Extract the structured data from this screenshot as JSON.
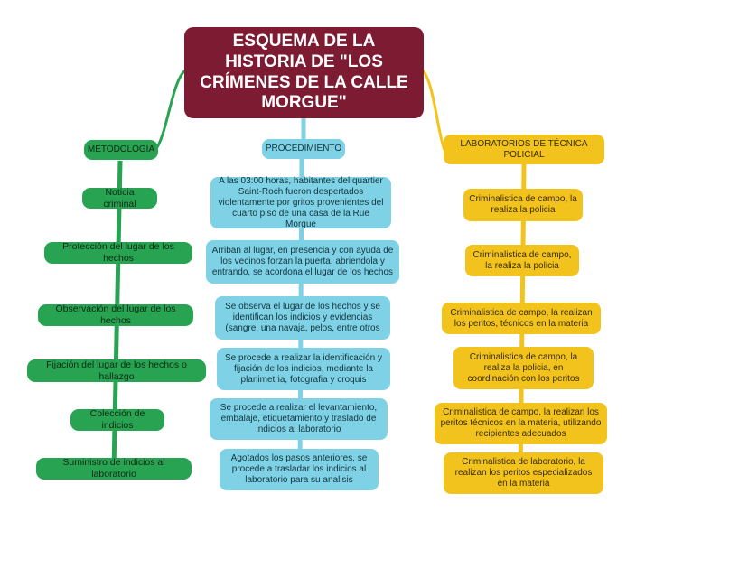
{
  "title": "ESQUEMA DE LA HISTORIA DE \"LOS CRÍMENES DE LA CALLE MORGUE\"",
  "colors": {
    "root": "#7d1b33",
    "green": "#27a352",
    "blue": "#7fd2e6",
    "yellow": "#f3c31d"
  },
  "metodologia": {
    "label": "METODOLOGIA",
    "items": [
      "Noticia criminal",
      "Protección del lugar de los hechos",
      "Observación del lugar de los hechos",
      "Fijación del lugar de los hechos o hallazgo",
      "Colección de indicios",
      "Suministro de indicios al laboratorio"
    ]
  },
  "procedimiento": {
    "label": "PROCEDIMIENTO",
    "items": [
      "A las 03:00 horas, habitantes del quartier Saint-Roch fueron despertados violentamente por gritos provenientes del cuarto piso de una casa de la Rue Morgue",
      "Arriban al lugar, en presencia y con ayuda de los vecinos forzan la puerta, abriendola y entrando, se acordona el lugar de los hechos",
      "Se observa el lugar de los hechos y se identifican los indicios y evidencias (sangre, una navaja, pelos, entre otros",
      "Se procede a realizar la identificación y fijación de los indicios, mediante la planimetria, fotografia y croquis",
      "Se procede a realizar el levantamiento, embalaje, etiquetamiento y traslado de indicios al laboratorio",
      "Agotados los pasos anteriores, se procede a trasladar los indicios al laboratorio para su analisis"
    ]
  },
  "laboratorios": {
    "label": "LABORATORIOS DE TÉCNICA POLICIAL",
    "items": [
      "Criminalistica de campo, la realiza la policia",
      "Criminalistica de campo, la realiza la policia",
      "Criminalistica de campo, la realizan los peritos, técnicos en la materia",
      "Criminalistica de campo, la realiza la policia, en coordinación con los peritos",
      "Criminalistica de campo, la realizan los peritos técnicos en la materia, utilizando recipientes adecuados",
      "Criminalistica de laboratorio, la realizan los peritos especializados en la materia"
    ]
  }
}
